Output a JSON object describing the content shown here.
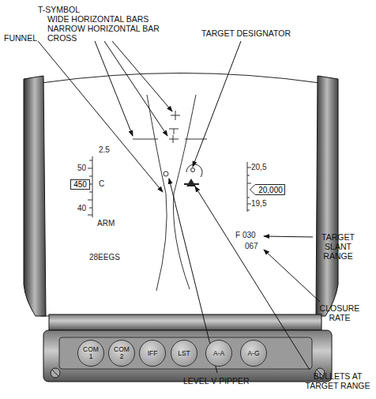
{
  "diagram": {
    "nodes": [
      {
        "text": [
          "450"
        ]
      },
      {
        "text": [
          "20,000"
        ]
      },
      {
        "text": [
          "COM 1"
        ]
      },
      {
        "text": [
          "COM 2"
        ]
      },
      {
        "text": [
          "IFF"
        ]
      },
      {
        "text": [
          "LST"
        ]
      },
      {
        "text": [
          "A-A"
        ]
      },
      {
        "text": [
          "A-G"
        ]
      }
    ],
    "labels": [
      "T-SYMBOL",
      "WIDE HORIZONTAL BARS",
      "NARROW HORIZONTAL BAR",
      "CROSS",
      "FUNNEL",
      "TARGET DESIGNATOR",
      "2.5",
      "50",
      "C",
      "40",
      "ARM",
      "28EEGS",
      "20,5",
      "19,5",
      "F 030",
      "067",
      "TARGET SLANT RANGE",
      "CLOSURE RATE",
      "LEVEL V PIPPER",
      "BULLETS AT TARGET RANGE"
    ]
  }
}
